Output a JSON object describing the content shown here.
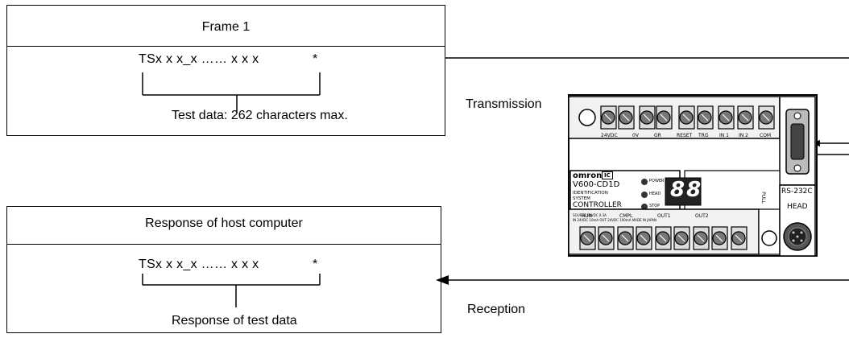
{
  "frame1": {
    "title": "Frame 1",
    "command": "TSx x x_x …… x x x",
    "terminator": "*",
    "caption": "Test data: 262 characters max."
  },
  "response": {
    "title": "Response of host computer",
    "command": "TSx x x_x …… x x x",
    "terminator": "*",
    "caption": "Response of test data"
  },
  "labels": {
    "transmission": "Transmission",
    "reception": "Reception"
  },
  "device": {
    "brand": "omron",
    "brand_badge": "IC",
    "model": "V600-CD1D",
    "type_line1": "IDENTIFICATION",
    "type_line2": "SYSTEM",
    "type_line3": "CONTROLLER",
    "spec_line1": "SOURCE 24VDC 0.3A",
    "spec_line2": "IN 24VDC 10mA  OUT 24VDC 100mA   MADE IN JAPAN",
    "indicators": [
      "POWER",
      "HEAD",
      "STOP"
    ],
    "display_digits": "88",
    "pull_label": "PULL",
    "top_terminals": [
      "24VDC",
      "0V",
      "GR",
      "RESET",
      "TRG",
      "IN 1",
      "IN 2",
      "COM"
    ],
    "bottom_terminals": [
      "RUN",
      "CMPL",
      "OUT1",
      "OUT2"
    ],
    "port_label": "RS-232C",
    "head_label": "HEAD"
  }
}
